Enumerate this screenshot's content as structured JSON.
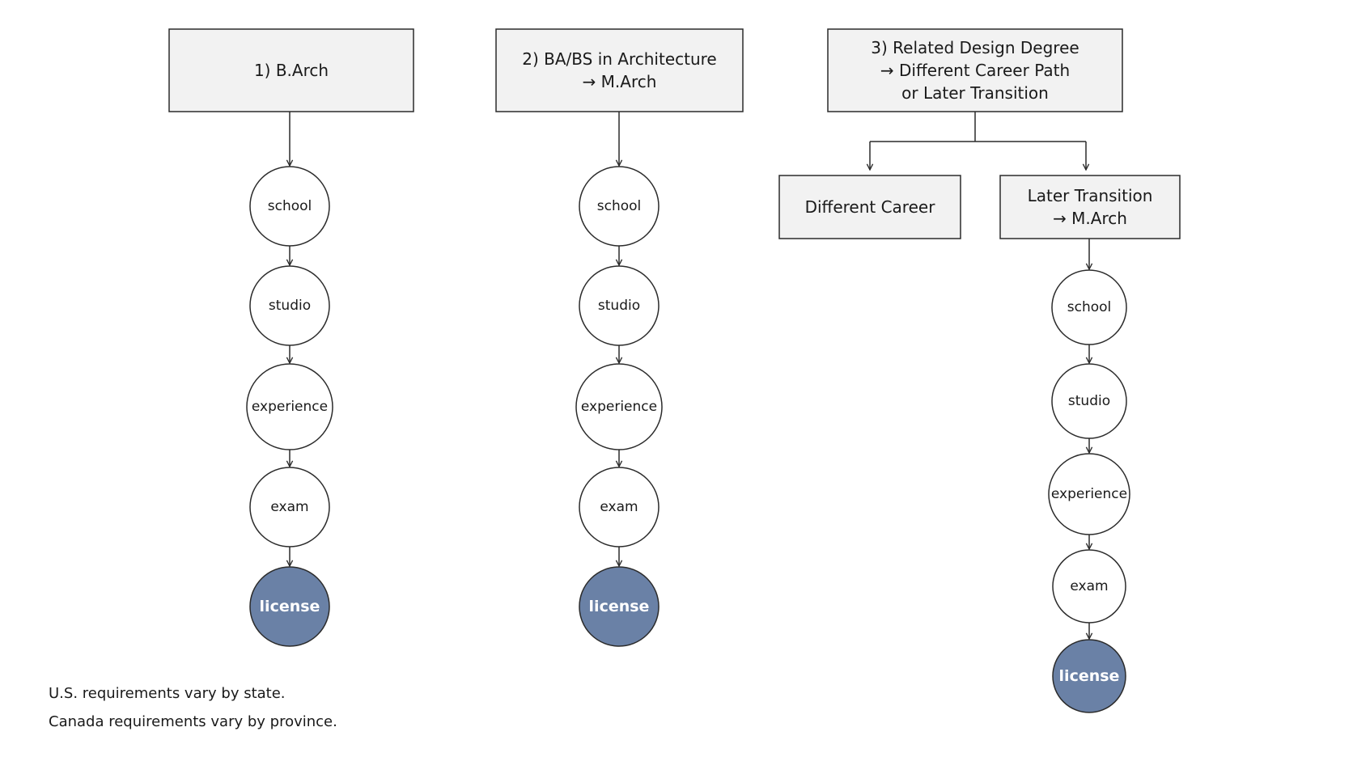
{
  "paths": [
    {
      "id": "path1",
      "box": {
        "lines": [
          "1)  B.Arch"
        ]
      },
      "steps": [
        "school",
        "studio",
        "experience",
        "exam",
        "license"
      ]
    },
    {
      "id": "path2",
      "box": {
        "lines": [
          "2)  BA/BS in Architecture",
          "→ M.Arch"
        ]
      },
      "steps": [
        "school",
        "studio",
        "experience",
        "exam",
        "license"
      ]
    },
    {
      "id": "path3",
      "box": {
        "lines": [
          "3)  Related Design Degree",
          "→ Different Career Path",
          "or Later Transition"
        ]
      },
      "branches": [
        {
          "lines": [
            "Different Career"
          ]
        },
        {
          "lines": [
            "Later Transition",
            "→ M.Arch"
          ]
        }
      ],
      "steps": [
        "school",
        "studio",
        "experience",
        "exam",
        "license"
      ]
    }
  ],
  "notes": {
    "us": "U.S. requirements vary by state.",
    "canada": "Canada requirements vary by province."
  },
  "colors": {
    "license_fill": "#6a81a6",
    "box_fill": "#f2f2f2",
    "stroke": "#2b2b2b"
  }
}
